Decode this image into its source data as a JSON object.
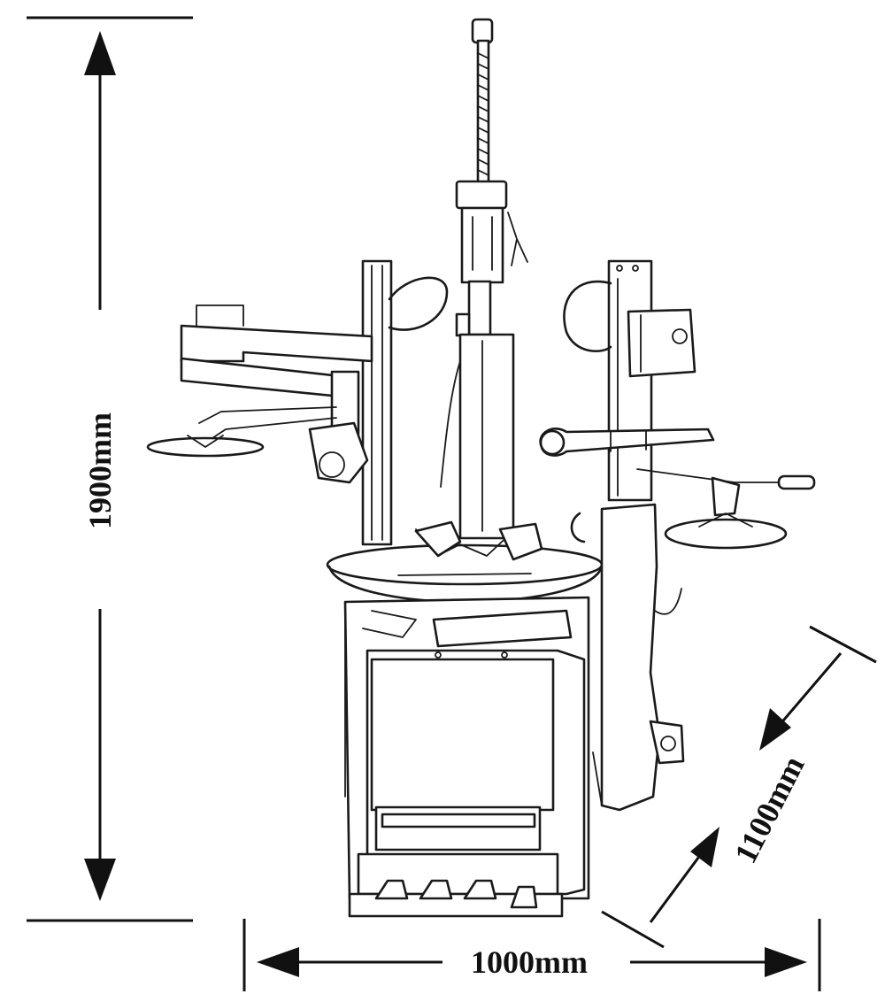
{
  "dimensions": {
    "height": "1900mm",
    "width": "1000mm",
    "depth": "1100mm"
  }
}
